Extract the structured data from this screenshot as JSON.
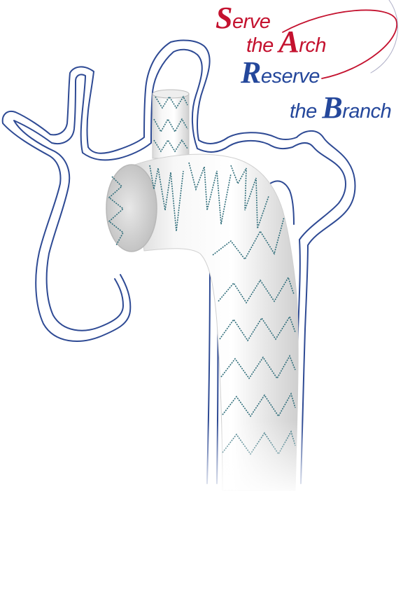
{
  "logo": {
    "lines": [
      {
        "cap": "S",
        "rest": "erve",
        "color": "#c4122f"
      },
      {
        "cap": "",
        "rest": "the ",
        "cap2": "A",
        "rest2": "rch",
        "color": "#c4122f"
      },
      {
        "cap": "R",
        "rest": "eserve",
        "color": "#24479b"
      },
      {
        "cap": "",
        "rest": "the ",
        "cap2": "B",
        "rest2": "ranch",
        "color": "#24479b"
      }
    ]
  },
  "illustration": {
    "subject": "aortic-arch-stent-graft",
    "outline_color": "#2e4a94",
    "stent_wire_color": "#2f6d7a",
    "graft_color": "#f2f2f2"
  }
}
